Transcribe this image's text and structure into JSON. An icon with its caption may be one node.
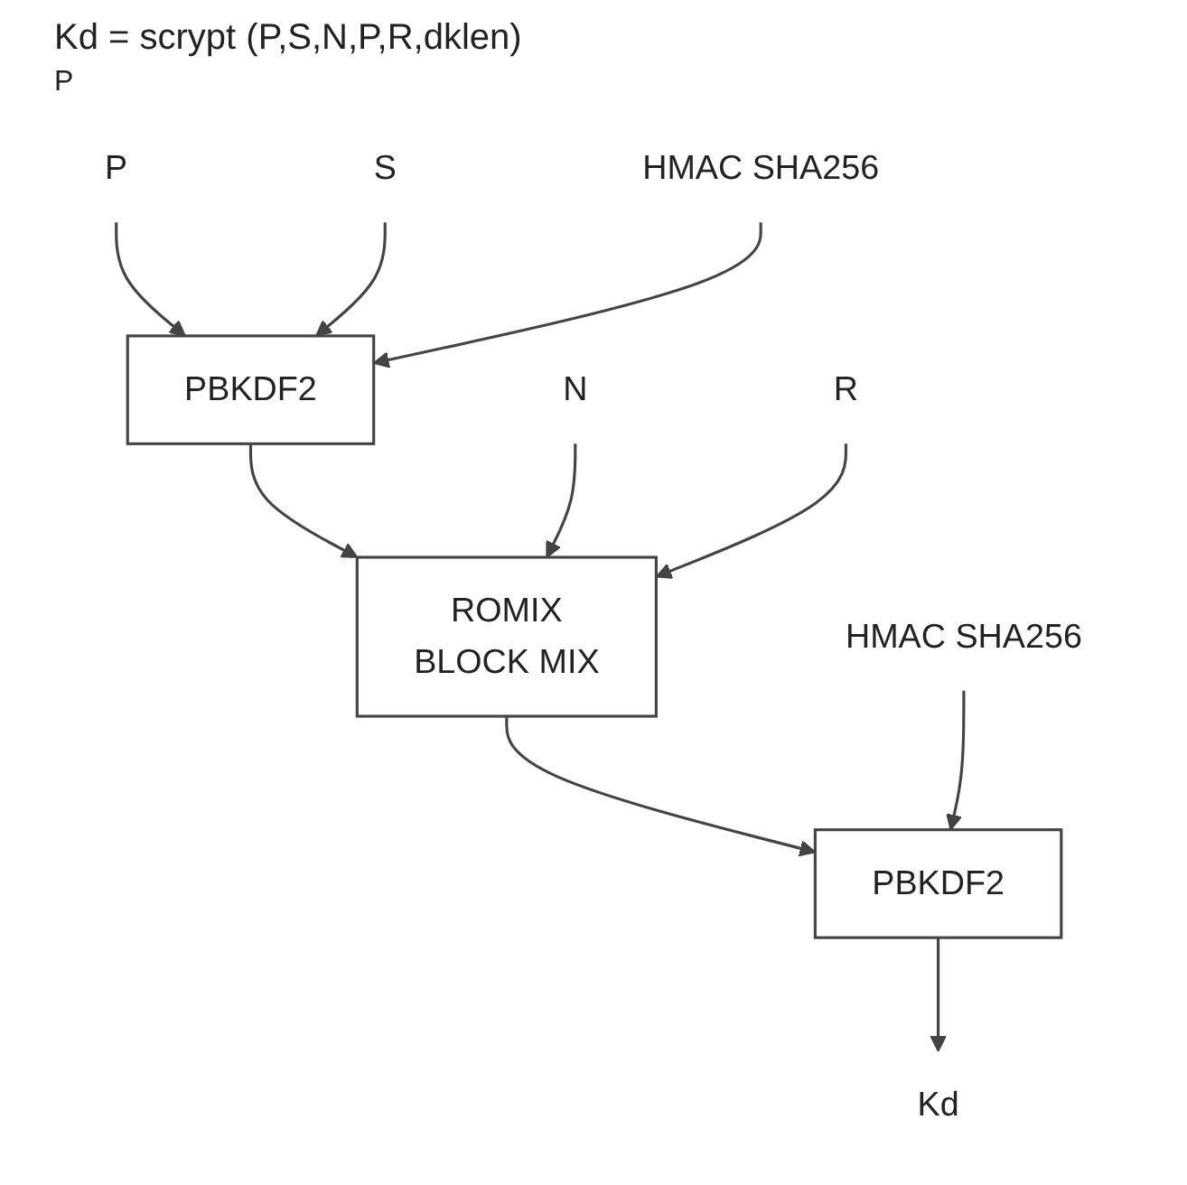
{
  "diagram": {
    "title": "Kd = scrypt (P,S,N,P,R,dklen)",
    "nodes": [
      {
        "text": [
          "P"
        ]
      },
      {
        "text": [
          "S"
        ]
      },
      {
        "text": [
          "PBKDF2"
        ]
      },
      {
        "text": [
          "HMAC SHA256"
        ]
      },
      {
        "text": [
          "N"
        ]
      },
      {
        "text": [
          "R"
        ]
      },
      {
        "text": [
          "ROMIX",
          "BLOCK MIX"
        ]
      },
      {
        "text": [
          "PBKDF2"
        ]
      },
      {
        "text": [
          "HMAC SHA256"
        ]
      },
      {
        "text": [
          "Kd"
        ]
      }
    ],
    "edges": [
      {
        "from": 0,
        "to": 2,
        "arrow": "to"
      },
      {
        "from": 1,
        "to": 2,
        "arrow": "to"
      },
      {
        "from": 3,
        "to": 2,
        "arrow": "to"
      },
      {
        "from": 2,
        "to": 6,
        "arrow": "to"
      },
      {
        "from": 4,
        "to": 6,
        "arrow": "to"
      },
      {
        "from": 5,
        "to": 6,
        "arrow": "to"
      },
      {
        "from": 6,
        "to": 7,
        "arrow": "to"
      },
      {
        "from": 8,
        "to": 7,
        "arrow": "to"
      },
      {
        "from": 7,
        "to": 9,
        "arrow": "to"
      }
    ],
    "labels": [
      "P"
    ]
  }
}
